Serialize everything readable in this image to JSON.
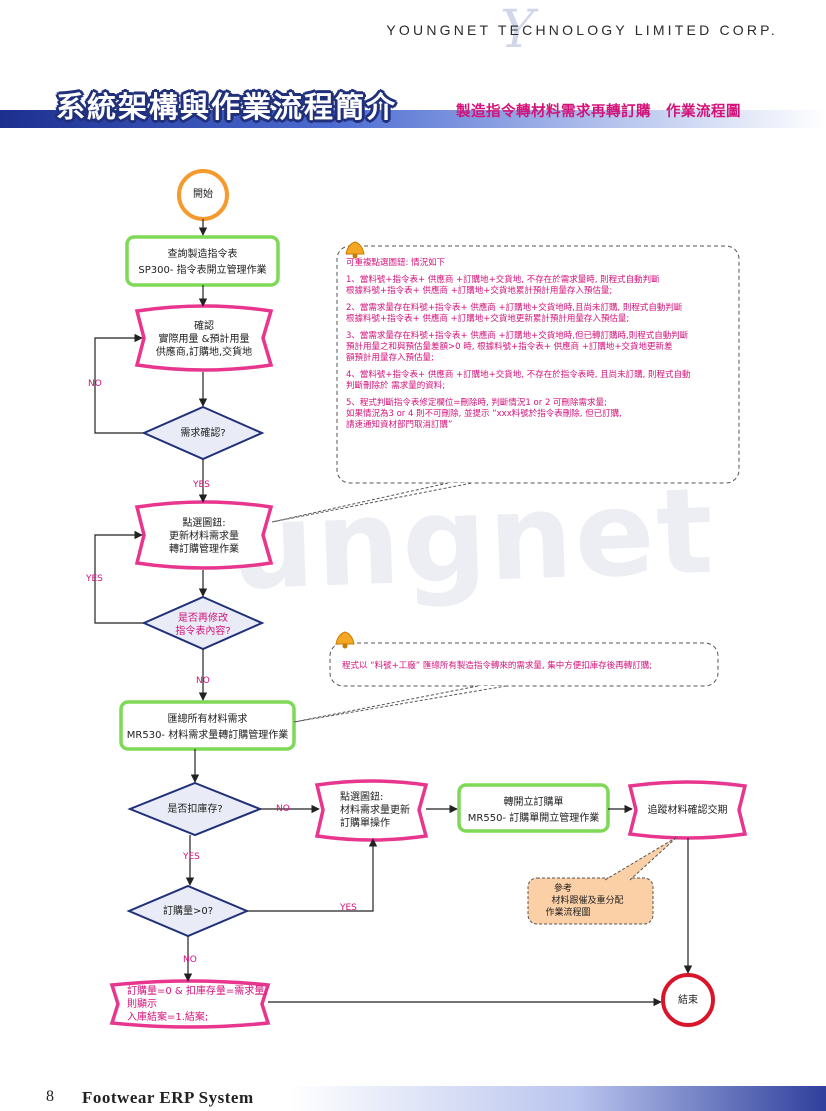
{
  "header": {
    "company": "YOUNGNET TECHNOLOGY LIMITED CORP.",
    "title": "系統架構與作業流程簡介",
    "subtitle": "製造指令轉材料需求再轉訂購　作業流程圖"
  },
  "nodes": {
    "start": "開始",
    "query_l1": "查詢製造指令表",
    "query_l2": "SP300- 指令表開立管理作業",
    "confirm_l1": "確認",
    "confirm_l2": "實際用量 &預計用量",
    "confirm_l3": "供應商,訂購地,交貨地",
    "dec_demand": "需求確認?",
    "select_l1": "點選圖鈕:",
    "select_l2": "更新材料需求量",
    "select_l3": "轉訂購管理作業",
    "dec_modify_l1": "是否再修改",
    "dec_modify_l2": "指令表內容?",
    "summary_l1": "匯總所有材料需求",
    "summary_l2": "MR530- 材料需求量轉訂購管理作業",
    "dec_stock": "是否扣庫存?",
    "update_l1": "點選圖鈕:",
    "update_l2": "材料需求量更新",
    "update_l3": "訂購單操作",
    "order_l1": "轉開立訂購單",
    "order_l2": "MR550- 訂購單開立管理作業",
    "track": "追蹤材料確認交期",
    "dec_qty": "訂購量>0?",
    "zero_l1": "訂購量=0 & 扣庫存量=需求量,",
    "zero_l2": "則顯示",
    "zero_l3": "入庫結案=1.結案;",
    "end": "結束",
    "ref_l1": "參考",
    "ref_l2": "材料跟催及重分配",
    "ref_l3": "作業流程圖"
  },
  "edges": {
    "no1": "NO",
    "yes1": "YES",
    "yes2": "YES",
    "no2": "NO",
    "no3": "NO",
    "yes3": "YES",
    "yes4": "YES",
    "no4": "NO"
  },
  "notes": {
    "note1": [
      "可重複點選圖鈕: 情況如下",
      "",
      "1、當料號+指令表+ 供應商 +訂購地+交貨地, 不存在於需求量時, 則程式自動判斷",
      "    根據料號+指令表+ 供應商 +訂購地+交貨地累計預計用量存入預估量;",
      "",
      "2、當需求量存在料號+指令表+ 供應商 +訂購地+交貨地時,且尚未訂購, 則程式自動判斷",
      "    根據料號+指令表+ 供應商 +訂購地+交貨地更新累計預計用量存入預估量;",
      "",
      "3、當需求量存在料號+指令表+ 供應商 +訂購地+交貨地時,但已轉訂購時,則程式自動判斷",
      "    預計用量之和與預估量差額>0 時, 根據料號+指令表+ 供應商 +訂購地+交貨地更新差",
      "    額預計用量存入預估量;",
      "",
      "4、當料號+指令表+ 供應商 +訂購地+交貨地, 不存在於指令表時, 且尚未訂購, 則程式自動",
      "    判斷刪除於 需求量的資料;",
      "",
      "5、程式判斷指令表修定欄位=刪除時, 判斷情況1 or  2 可刪除需求量;",
      "    如果情況為3 or 4 則不可刪除, 並提示 “xxx料號於指令表刪除, 但已訂購,",
      "    請速通知資材部門取消訂購”"
    ],
    "note2": "程式以 “料號+工廠” 匯總所有製造指令轉來的需求量, 集中方便扣庫存後再轉訂購;"
  },
  "footer": {
    "page": "8",
    "text": "Footwear ERP System"
  },
  "colors": {
    "green": "#7ed957",
    "pink": "#e8368f",
    "orange": "#f59a2e",
    "red": "#d9152b",
    "navy": "#20307a",
    "decision_fill": "#e9ecf6",
    "peach": "#fcd0a6"
  }
}
